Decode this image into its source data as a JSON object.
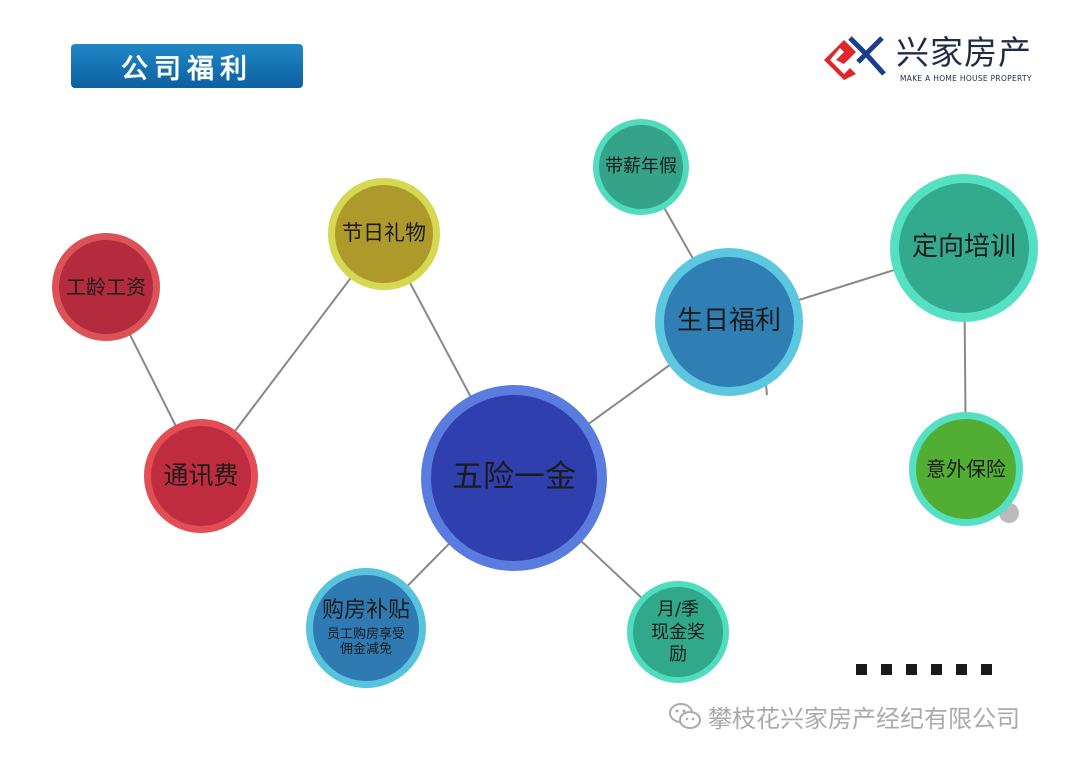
{
  "header": {
    "title": "公司福利"
  },
  "logo": {
    "name": "兴家房产",
    "subtitle": "MAKE A HOME HOUSE PROPERTY",
    "colors": {
      "red": "#e0262b",
      "blue": "#1a3e8f"
    }
  },
  "nodes": [
    {
      "id": "n1",
      "label": "工龄工资",
      "sub": "",
      "fill": "#b42b3e",
      "ring": "#dd5259"
    },
    {
      "id": "n2",
      "label": "通讯费",
      "sub": "",
      "fill": "#c02c3f",
      "ring": "#e34e55"
    },
    {
      "id": "n3",
      "label": "节日礼物",
      "sub": "",
      "fill": "#ae9a2b",
      "ring": "#d5d850"
    },
    {
      "id": "n4",
      "label": "五险一金",
      "sub": "",
      "fill": "#2f3fae",
      "ring": "#5a7cde"
    },
    {
      "id": "n5",
      "label": "购房补贴",
      "sub": "员工购房享受佣金减免",
      "fill": "#2f7ab2",
      "ring": "#58c3dc"
    },
    {
      "id": "n6",
      "label": "月/季",
      "sub": "现金奖励",
      "fill": "#32a88b",
      "ring": "#4fdcbf"
    },
    {
      "id": "n7",
      "label": "带薪年假",
      "sub": "",
      "fill": "#35a38a",
      "ring": "#52dcbe"
    },
    {
      "id": "n8",
      "label": "生日福利",
      "sub": "",
      "fill": "#2f7fb4",
      "ring": "#5cc7df"
    },
    {
      "id": "n9",
      "label": "定向培训",
      "sub": "",
      "fill": "#33aa8e",
      "ring": "#55dfc3"
    },
    {
      "id": "n10",
      "label": "意外保险",
      "sub": "",
      "fill": "#52ad33",
      "ring": "#55dfc3"
    }
  ],
  "edges": [
    [
      "n1",
      "n2"
    ],
    [
      "n2",
      "n3"
    ],
    [
      "n3",
      "n4"
    ],
    [
      "n4",
      "n8"
    ],
    [
      "n7",
      "n8"
    ],
    [
      "n8",
      "n9"
    ],
    [
      "n9",
      "n10"
    ],
    [
      "n4",
      "n5"
    ],
    [
      "n4",
      "n6"
    ]
  ],
  "footer": {
    "text": "攀枝花兴家房产经纪有限公司"
  },
  "colors": {
    "link": "#888888",
    "footer": "#aaaaaa"
  }
}
